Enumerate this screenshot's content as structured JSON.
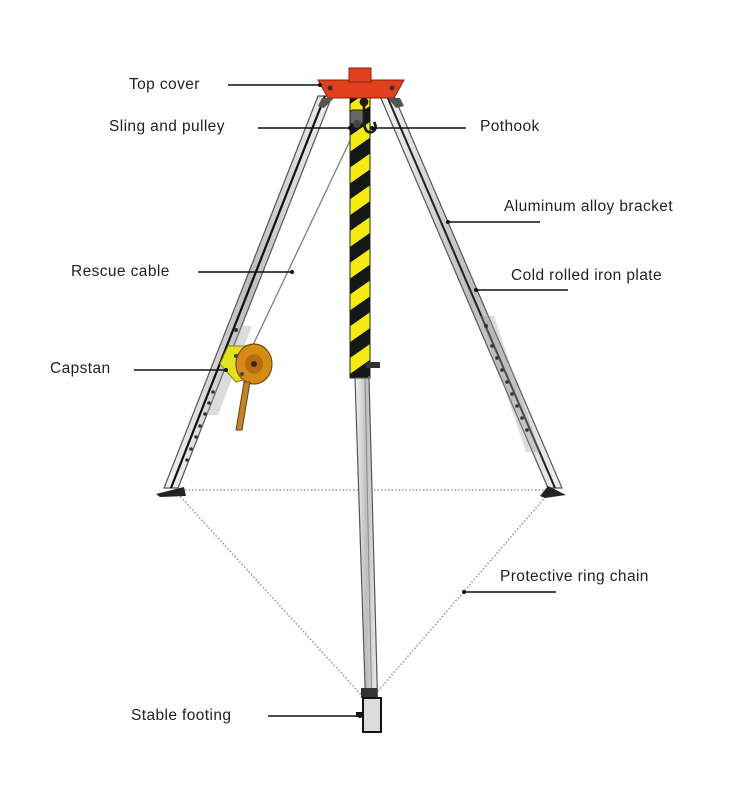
{
  "labels": {
    "top_cover": "Top cover",
    "sling_and_pulley": "Sling and pulley",
    "pothook": "Pothook",
    "aluminum_alloy_bracket": "Aluminum alloy bracket",
    "rescue_cable": "Rescue cable",
    "cold_rolled_iron_plate": "Cold rolled iron plate",
    "capstan": "Capstan",
    "protective_ring_chain": "Protective ring chain",
    "stable_footing": "Stable footing"
  },
  "colors": {
    "top_cover": "#e0401c",
    "hazard_yellow": "#f4ec10",
    "hazard_black": "#161616",
    "capstan_yellow": "#e3e31c",
    "capstan_hub": "#d88a16",
    "aluminum_light": "#e6e6e6",
    "aluminum_dark": "#8a8a8a",
    "leader_line": "#111111",
    "chain": "#9a9a9a"
  }
}
